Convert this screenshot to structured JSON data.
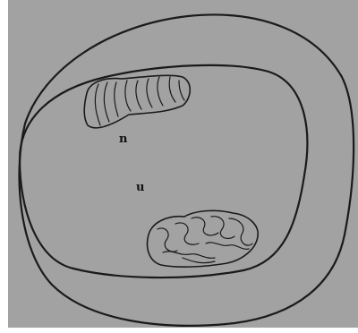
{
  "figure": {
    "background_color": "#a2a2a2",
    "ink_color": "#1a1a1a",
    "shape_fill": "#a6a6a6",
    "labels": {
      "upper_mark": "n",
      "lower_mark": "u"
    },
    "shapes": [
      "outer-boundary",
      "inner-boundary",
      "upper-coiled-structure",
      "lower-coiled-structure"
    ]
  }
}
